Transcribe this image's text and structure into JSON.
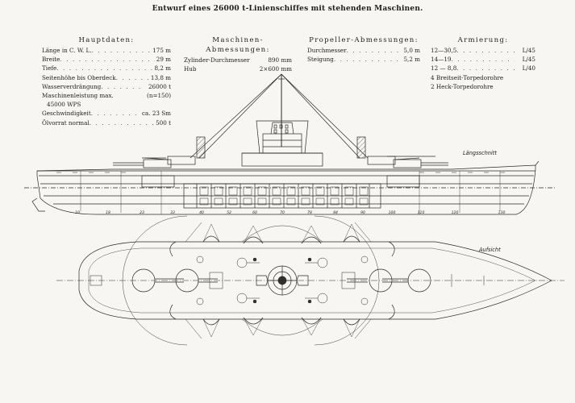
{
  "title": "Entwurf eines 26000 t-Linienschiffes mit stehenden Maschinen.",
  "hauptdaten": {
    "heading": "Hauptdaten:",
    "rows": [
      {
        "label": "Länge in C. W. L.",
        "value": "175 m"
      },
      {
        "label": "Breite",
        "value": "29 m"
      },
      {
        "label": "Tiefe",
        "value": "8,2 m"
      },
      {
        "label": "Seitenhöhe bis Oberdeck",
        "value": "13,8 m"
      },
      {
        "label": "Wasserverdrängung",
        "value": "26000 t"
      },
      {
        "label": "Maschinenleistung max.",
        "value": "(n=150)"
      },
      {
        "label": "45000 WPS",
        "value": ""
      },
      {
        "label": "Geschwindigkeit",
        "value": "ca. 23 Sm"
      },
      {
        "label": "Ölvorrat normal",
        "value": "500 t"
      }
    ]
  },
  "maschinen": {
    "heading": "Maschinen-Abmessungen:",
    "rows": [
      {
        "label": "Zylinder-Durchmesser",
        "value": "890 mm"
      },
      {
        "label": "Hub",
        "value": "2×600 mm"
      }
    ]
  },
  "propeller": {
    "heading": "Propeller-Abmessungen:",
    "rows": [
      {
        "label": "Durchmesser",
        "value": "5,0 m"
      },
      {
        "label": "Steigung",
        "value": "5,2 m"
      }
    ]
  },
  "armierung": {
    "heading": "Armierung:",
    "guns": [
      {
        "label": "12—30,5",
        "value": "L/45"
      },
      {
        "label": "14—19",
        "value": "L/45"
      },
      {
        "label": "12 — 8,8",
        "value": "L/40"
      }
    ],
    "extras": [
      "4 Breitseit-Torpedorohre",
      "2 Heck-Torpedorohre"
    ]
  },
  "drawing": {
    "side_view_label": "Längsschnitt",
    "plan_view_label": "Aufsicht",
    "frame_numbers": [
      "10",
      "18",
      "23",
      "33",
      "40",
      "52",
      "60",
      "70",
      "78",
      "84",
      "90",
      "100",
      "110",
      "120",
      "130"
    ]
  }
}
